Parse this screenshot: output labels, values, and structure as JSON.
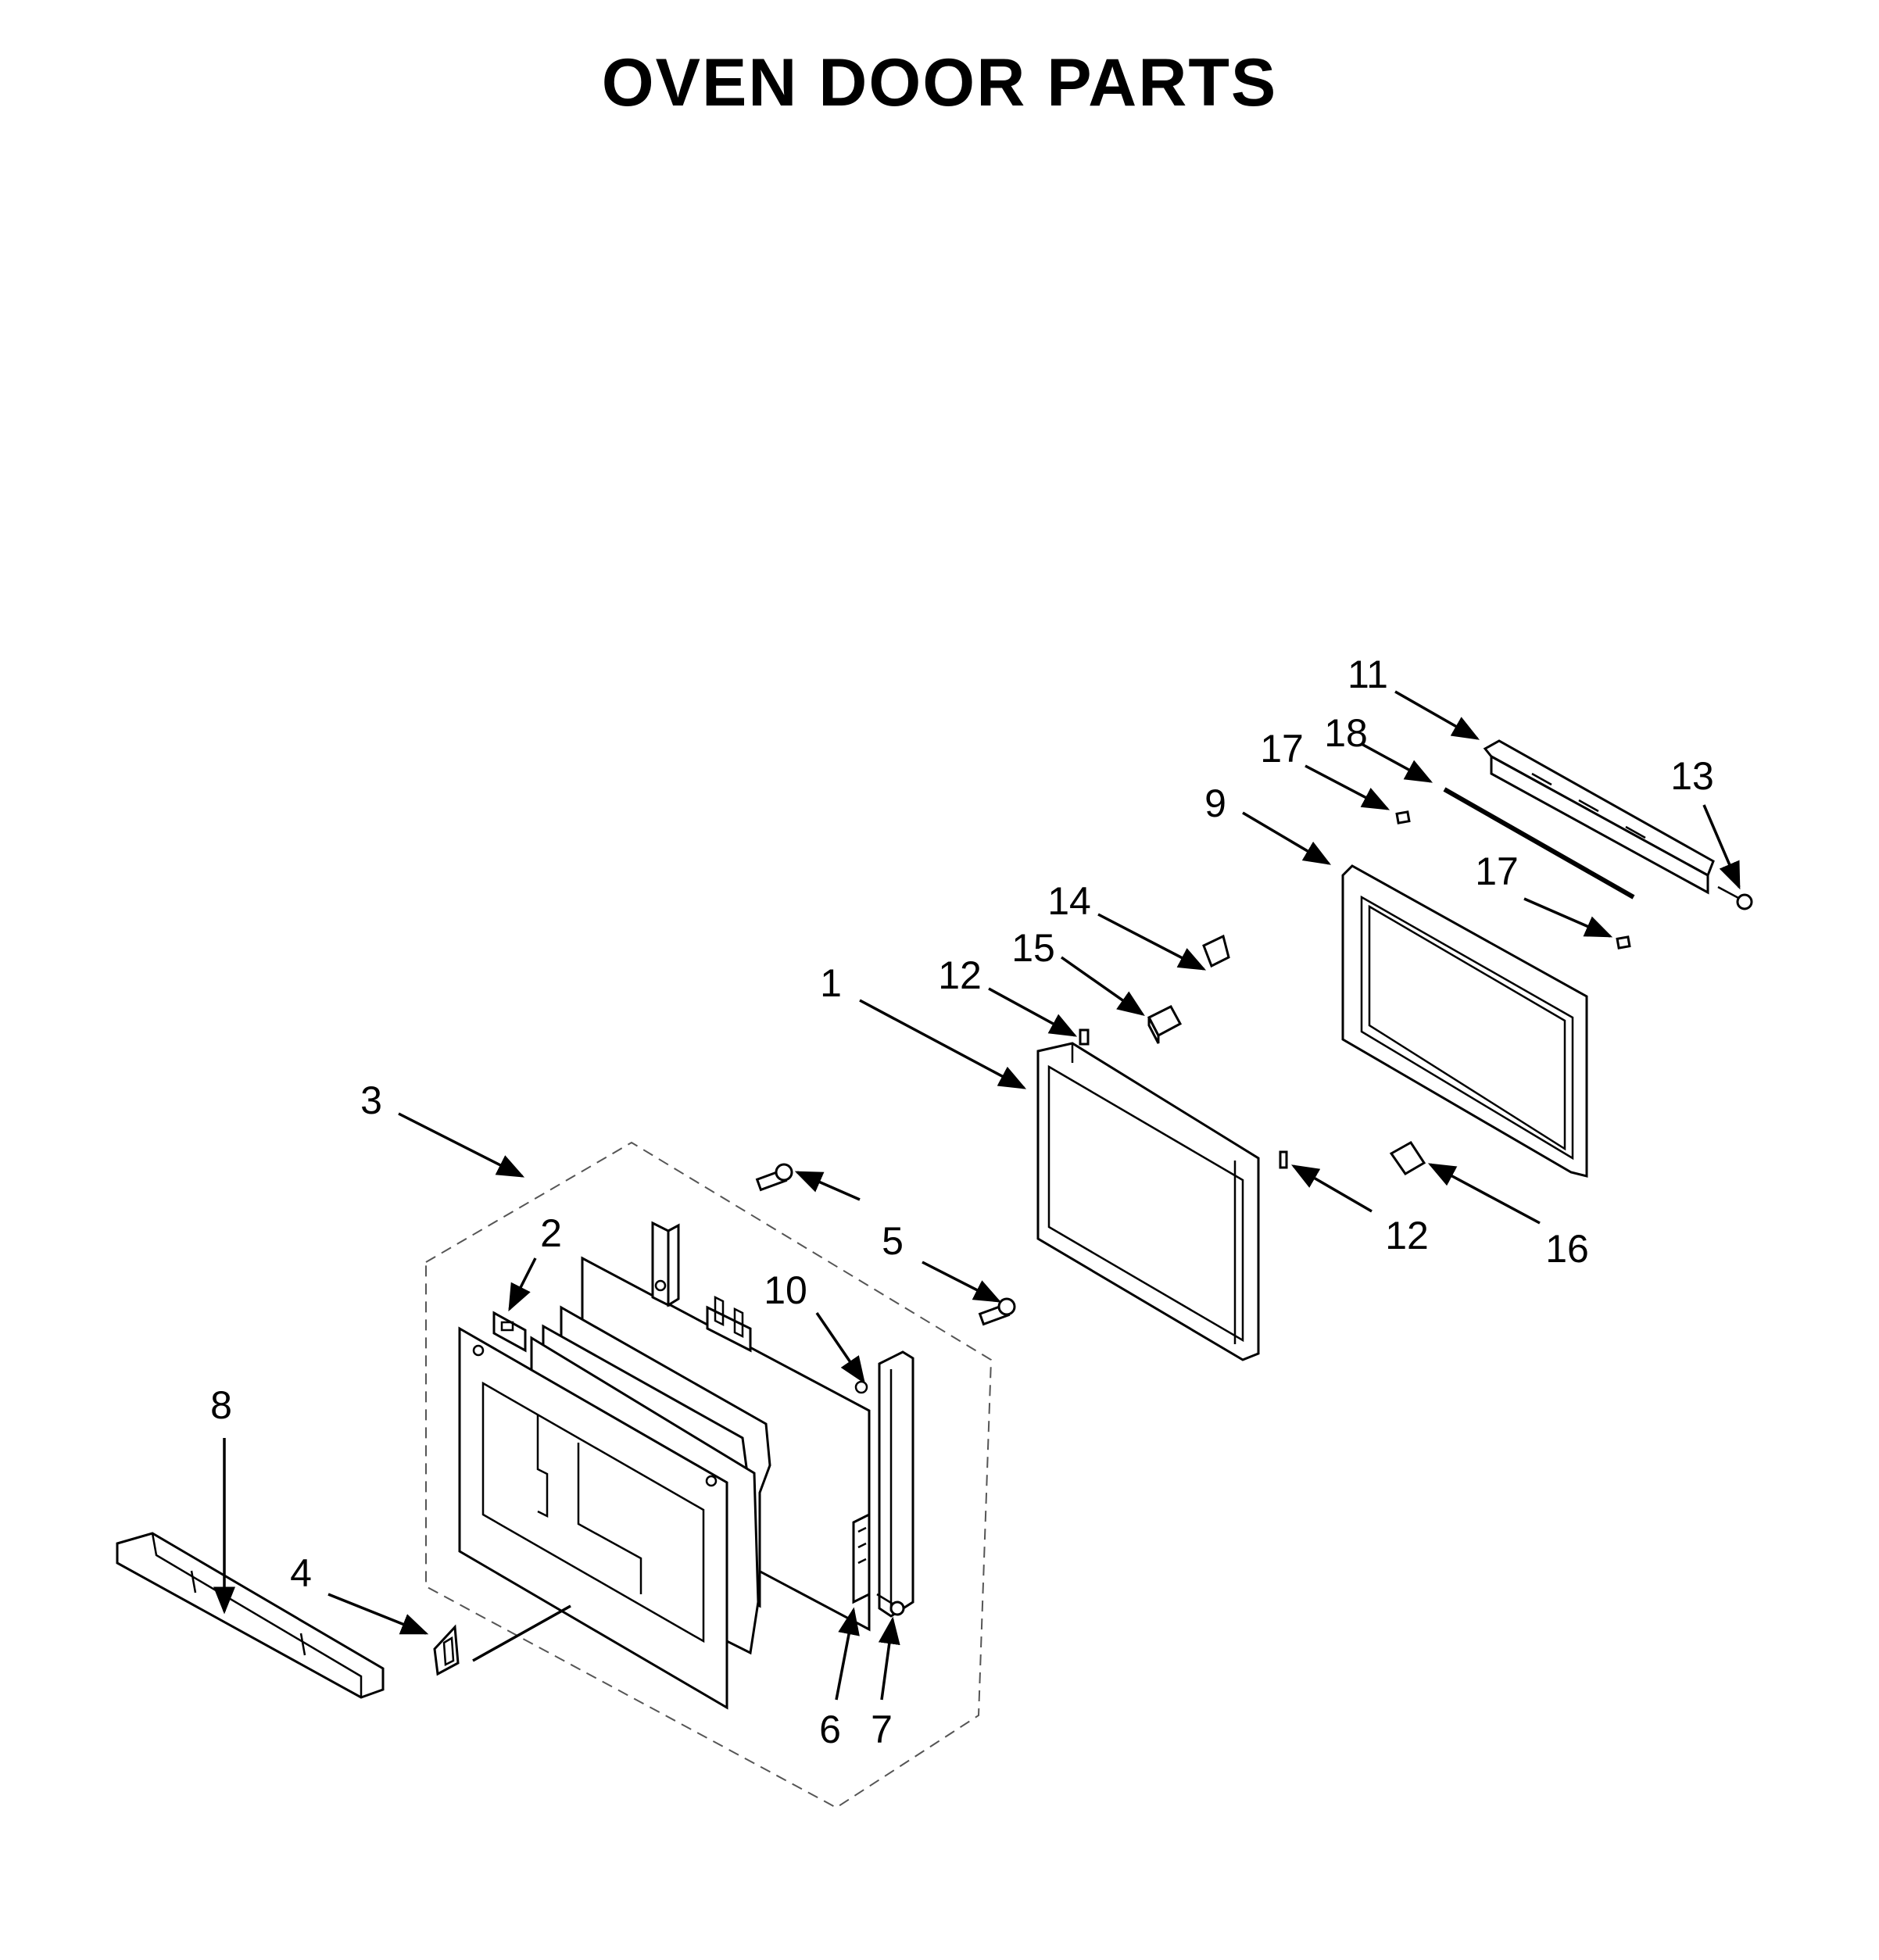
{
  "title": "OVEN DOOR PARTS",
  "callouts": {
    "p1": "1",
    "p2": "2",
    "p3": "3",
    "p4": "4",
    "p5": "5",
    "p6": "6",
    "p7": "7",
    "p8": "8",
    "p9": "9",
    "p10": "10",
    "p11": "11",
    "p12a": "12",
    "p12b": "12",
    "p13": "13",
    "p14": "14",
    "p15": "15",
    "p16": "16",
    "p17a": "17",
    "p17b": "17",
    "p18": "18"
  }
}
